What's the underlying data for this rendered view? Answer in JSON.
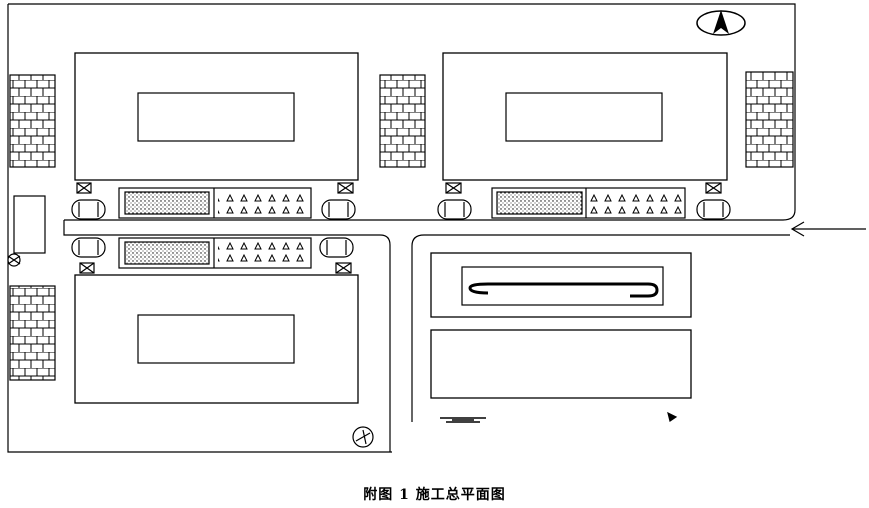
{
  "figure": {
    "caption": "附图 1  施工总平面图"
  },
  "legend_colors": {
    "line": "#000000",
    "background": "#ffffff"
  },
  "symbols": {
    "north_arrow": "north-arrow-icon",
    "entrance_arrow": "left-arrow-icon",
    "tower_crane": "crane-icon",
    "brick_stack": "brick-pattern",
    "sand_pile": "dotted-pattern",
    "gravel_pile": "triangle-pattern",
    "storage_tank": "tank-icon",
    "electric_box": "boxed-x-icon"
  }
}
